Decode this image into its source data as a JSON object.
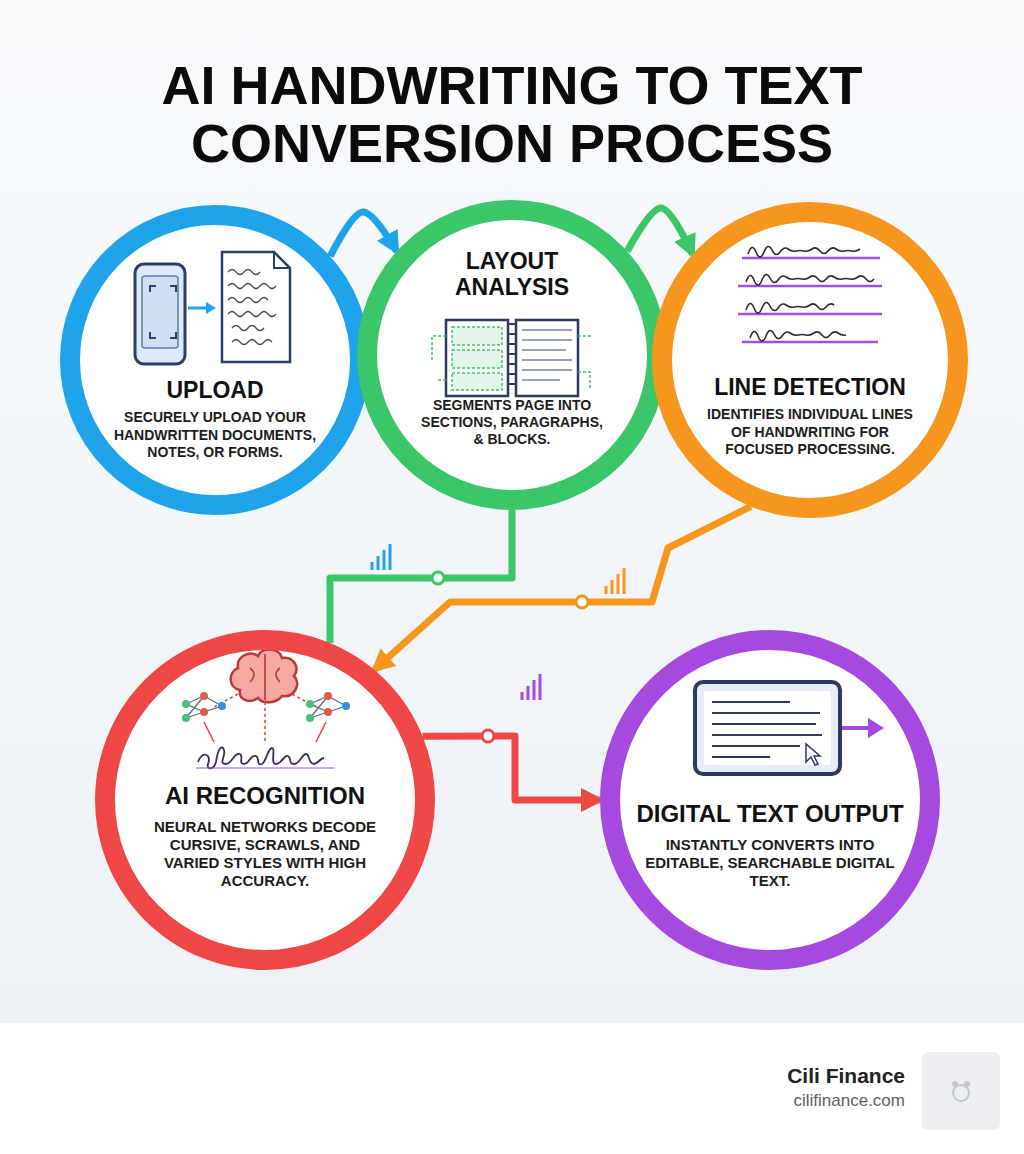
{
  "diagram": {
    "title": "AI HANDWRITING TO TEXT CONVERSION PROCESS",
    "nodes": [
      {
        "text": [
          "UPLOAD",
          "SECURELY UPLOAD YOUR HANDWRITTEN DOCUMENTS, NOTES, OR FORMS."
        ]
      },
      {
        "text": [
          "LAYOUT ANALYSIS",
          "SEGMENTS PAGE INTO SECTIONS, PARAGRAPHS, & BLOCKS."
        ]
      },
      {
        "text": [
          "LINE DETECTION",
          "IDENTIFIES INDIVIDUAL LINES OF HANDWRITING FOR FOCUSED PROCESSING."
        ]
      },
      {
        "text": [
          "AI RECOGNITION",
          "NEURAL NETWORKS DECODE CURSIVE, SCRAWLS, AND VARIED STYLES WITH HIGH ACCURACY."
        ]
      },
      {
        "text": [
          "DIGITAL TEXT OUTPUT",
          "INSTANTLY CONVERTS INTO EDITABLE, SEARCHABLE DIGITAL TEXT."
        ]
      }
    ],
    "edges": [
      {
        "from": 0,
        "to": 1,
        "arrow": "to"
      },
      {
        "from": 1,
        "to": 2,
        "arrow": "to"
      },
      {
        "from": 1,
        "to": 3,
        "arrow": "none"
      },
      {
        "from": 2,
        "to": 3,
        "arrow": "to"
      },
      {
        "from": 3,
        "to": 4,
        "arrow": "to"
      }
    ],
    "labels": [
      "Cili Finance",
      "cilifinance.com"
    ]
  }
}
